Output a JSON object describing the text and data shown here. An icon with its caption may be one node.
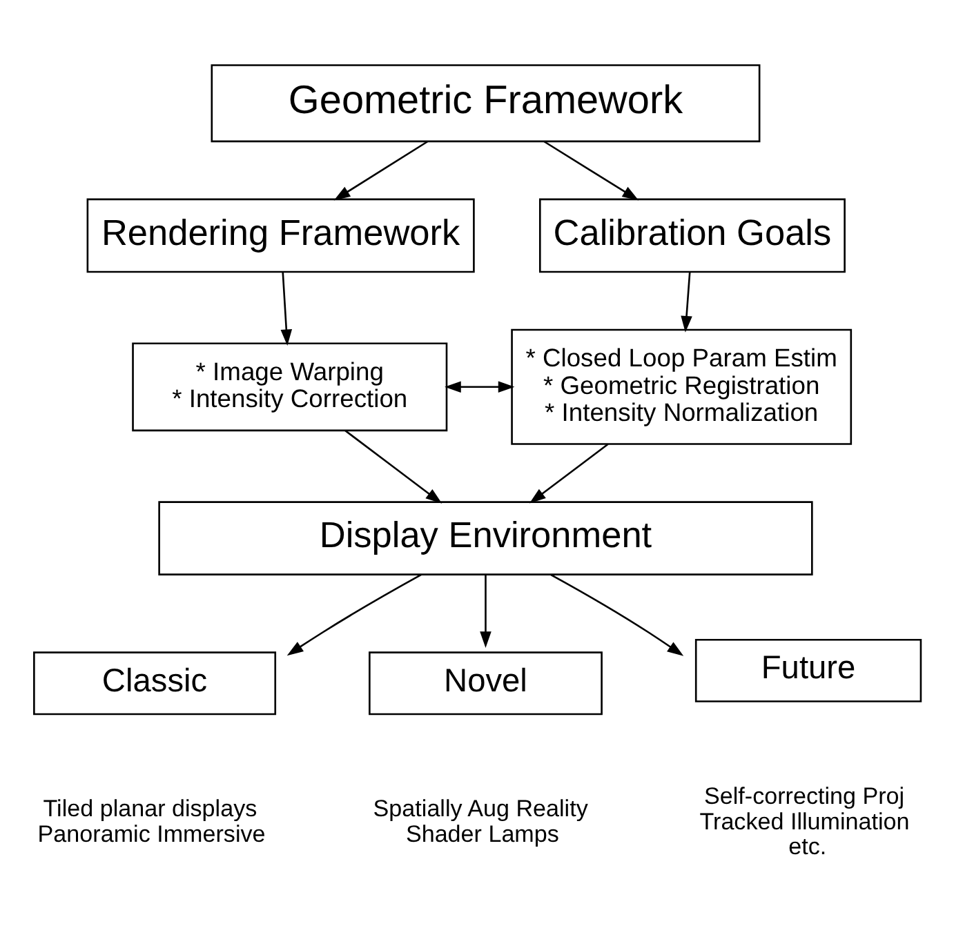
{
  "diagram": {
    "nodes": [
      {
        "text": [
          "Geometric Framework"
        ]
      },
      {
        "text": [
          "Rendering Framework"
        ]
      },
      {
        "text": [
          "Calibration Goals"
        ]
      },
      {
        "text": [
          "* Image Warping",
          "* Intensity Correction"
        ]
      },
      {
        "text": [
          "* Closed Loop Param Estim",
          "* Geometric Registration",
          "* Intensity Normalization"
        ]
      },
      {
        "text": [
          "Display Environment"
        ]
      },
      {
        "text": [
          "Classic"
        ],
        "beside": [
          "Tiled planar displays",
          "Panoramic Immersive"
        ]
      },
      {
        "text": [
          "Novel"
        ],
        "beside": [
          "Spatially Aug Reality",
          "Shader Lamps"
        ]
      },
      {
        "text": [
          "Future"
        ],
        "beside": [
          "Self-correcting Proj",
          "Tracked Illumination",
          "etc."
        ]
      }
    ],
    "edges": [
      {
        "from": 0,
        "to": 1,
        "arrow": "to"
      },
      {
        "from": 0,
        "to": 2,
        "arrow": "to"
      },
      {
        "from": 1,
        "to": 3,
        "arrow": "to"
      },
      {
        "from": 2,
        "to": 4,
        "arrow": "to"
      },
      {
        "from": 3,
        "to": 4,
        "arrow": "both"
      },
      {
        "from": 3,
        "to": 5,
        "arrow": "to"
      },
      {
        "from": 4,
        "to": 5,
        "arrow": "to"
      },
      {
        "from": 5,
        "to": 6,
        "arrow": "to"
      },
      {
        "from": 5,
        "to": 7,
        "arrow": "to"
      },
      {
        "from": 5,
        "to": 8,
        "arrow": "to"
      }
    ]
  }
}
